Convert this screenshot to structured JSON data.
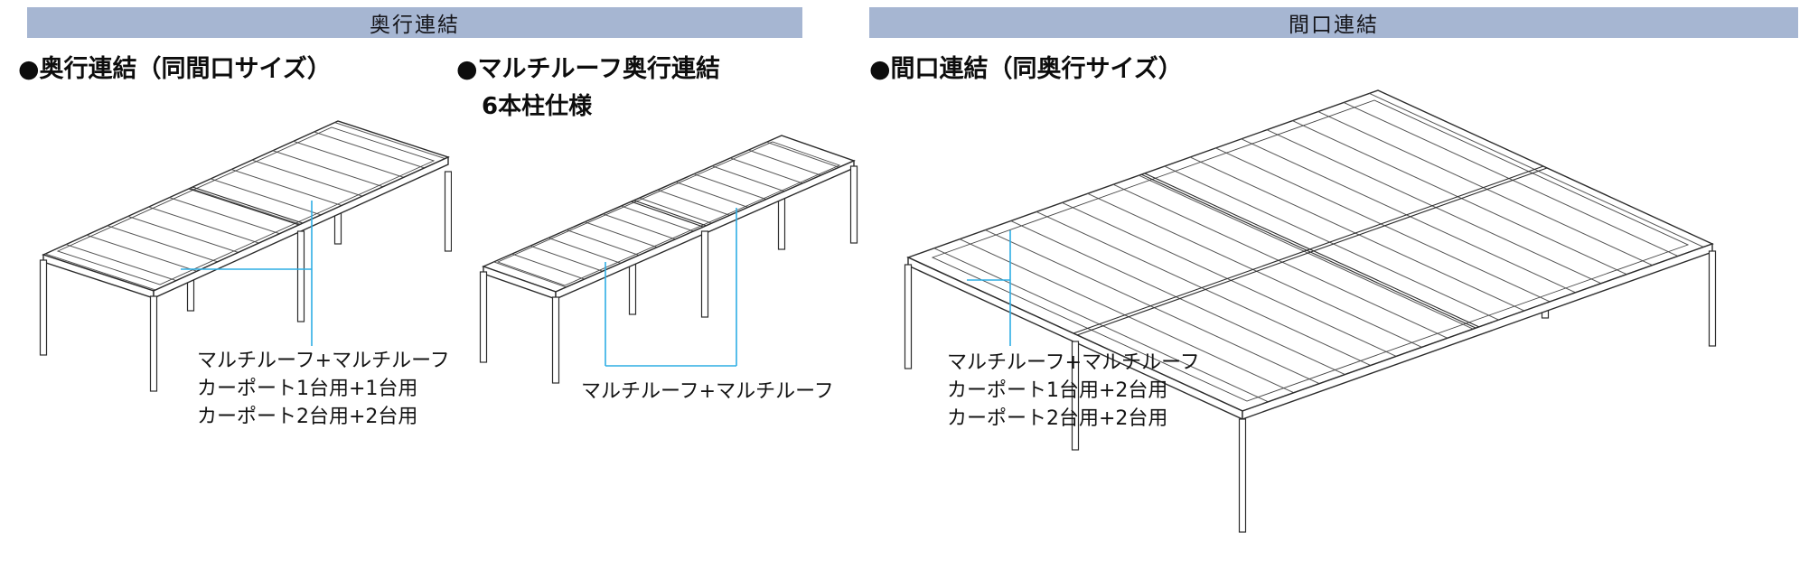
{
  "colors": {
    "header_background": "#a6b6d2",
    "line_art": "#2b2b2b",
    "callout_line": "#2eaee4",
    "text": "#141414",
    "background": "#ffffff"
  },
  "headers": [
    {
      "label": "奥行連結"
    },
    {
      "label": "間口連結"
    }
  ],
  "sections": [
    {
      "title": "●奥行連結（同間口サイズ）",
      "caption_lines": [
        "マルチルーフ+マルチルーフ",
        "カーポート1台用+1台用",
        "カーポート2台用+2台用"
      ]
    },
    {
      "title": "●マルチルーフ奥行連結",
      "subtitle": "6本柱仕様",
      "caption_lines": [
        "マルチルーフ+マルチルーフ"
      ]
    },
    {
      "title": "●間口連結（同奥行サイズ）",
      "caption_lines": [
        "マルチルーフ+マルチルーフ",
        "カーポート1台用+2台用",
        "カーポート2台用+2台用"
      ]
    }
  ]
}
